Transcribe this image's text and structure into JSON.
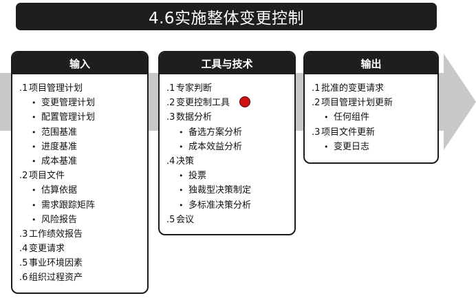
{
  "title": "4.6实施整体变更控制",
  "colors": {
    "dark": "#1e1e1e",
    "arrow": "#c8c8c8",
    "marker": "#cc1111"
  },
  "boxes": [
    {
      "header": "输入",
      "items": [
        {
          "num": ".1",
          "text": "项目管理计划",
          "children": [
            "变更管理计划",
            "配置管理计划",
            "范围基准",
            "进度基准",
            "成本基准"
          ]
        },
        {
          "num": ".2",
          "text": "项目文件",
          "children": [
            "估算依据",
            "需求跟踪矩阵",
            "风险报告"
          ]
        },
        {
          "num": ".3",
          "text": "工作绩效报告",
          "children": []
        },
        {
          "num": ".4",
          "text": "变更请求",
          "children": []
        },
        {
          "num": ".5",
          "text": "事业环境因素",
          "children": []
        },
        {
          "num": ".6",
          "text": "组织过程资产",
          "children": []
        }
      ]
    },
    {
      "header": "工具与技术",
      "items": [
        {
          "num": ".1",
          "text": "专家判断",
          "children": []
        },
        {
          "num": ".2",
          "text": "变更控制工具",
          "children": [],
          "marker": true
        },
        {
          "num": ".3",
          "text": "数据分析",
          "children": [
            "备选方案分析",
            "成本效益分析"
          ]
        },
        {
          "num": ".4",
          "text": "决策",
          "children": [
            "投票",
            "独裁型决策制定",
            "多标准决策分析"
          ]
        },
        {
          "num": ".5",
          "text": "会议",
          "children": []
        }
      ]
    },
    {
      "header": "输出",
      "items": [
        {
          "num": ".1",
          "text": "批准的变更请求",
          "children": []
        },
        {
          "num": ".2",
          "text": "项目管理计划更新",
          "children": [
            "任何组件"
          ]
        },
        {
          "num": ".3",
          "text": "项目文件更新",
          "children": [
            "变更日志"
          ]
        }
      ]
    }
  ]
}
